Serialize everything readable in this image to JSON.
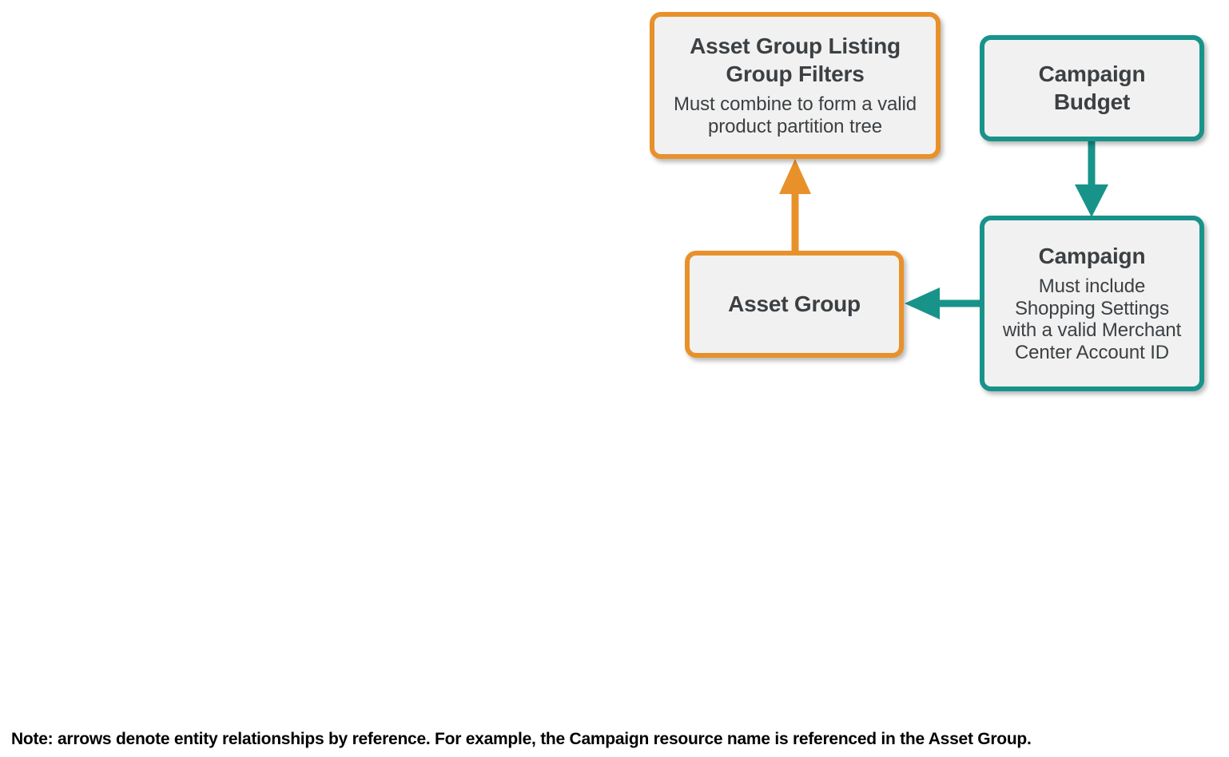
{
  "diagram": {
    "colors": {
      "orange": "#e8912b",
      "teal": "#18938a",
      "box_fill": "#f1f1f1",
      "text": "#3c4043",
      "note_text": "#000000",
      "background": "#ffffff"
    },
    "nodes": [
      {
        "id": "asset-group-listing-group-filters",
        "title": "Asset Group Listing Group Filters",
        "title_line_1": "Asset Group Listing",
        "title_line_2": "Group Filters",
        "subtitle": "Must combine to form a valid product partition tree",
        "subtitle_line_1": "Must combine to form a valid",
        "subtitle_line_2": "product partition tree",
        "accent": "orange"
      },
      {
        "id": "campaign-budget",
        "title": "Campaign Budget",
        "title_line_1": "Campaign",
        "title_line_2": "Budget",
        "subtitle": "",
        "accent": "teal"
      },
      {
        "id": "asset-group",
        "title": "Asset Group",
        "subtitle": "",
        "accent": "orange"
      },
      {
        "id": "campaign",
        "title": "Campaign",
        "subtitle": "Must include Shopping Settings with a valid Merchant Center Account ID",
        "subtitle_line_1": "Must include",
        "subtitle_line_2": "Shopping Settings",
        "subtitle_line_3": "with a valid Merchant",
        "subtitle_line_4": "Center Account ID",
        "accent": "teal"
      }
    ],
    "edges": [
      {
        "id": "asset-group-to-filters",
        "from": "asset-group",
        "to": "asset-group-listing-group-filters",
        "direction": "up",
        "color": "#e8912b"
      },
      {
        "id": "budget-to-campaign",
        "from": "campaign-budget",
        "to": "campaign",
        "direction": "down",
        "color": "#18938a"
      },
      {
        "id": "campaign-to-asset-group",
        "from": "campaign",
        "to": "asset-group",
        "direction": "left",
        "color": "#18938a"
      }
    ],
    "note": "Note: arrows denote entity relationships by reference. For example, the Campaign resource name is referenced in the Asset Group."
  }
}
